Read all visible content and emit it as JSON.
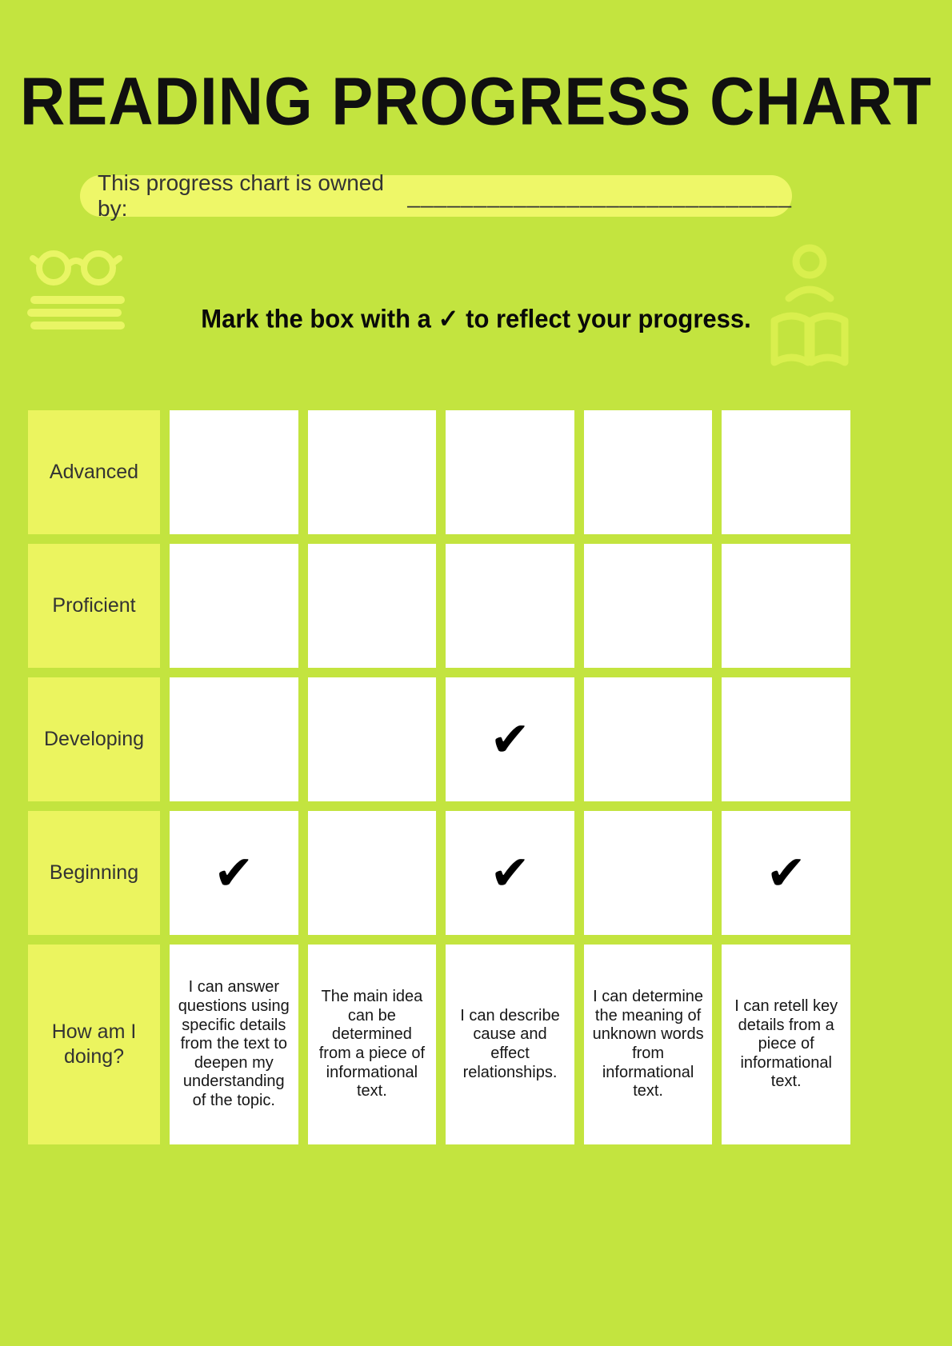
{
  "colors": {
    "bg": "#c3e43f",
    "pill": "#eef768",
    "label": "#ebf45f",
    "icon": "#e9f565",
    "icon2": "#d9ef4e",
    "ink": "#1c1c1c"
  },
  "header": {
    "title": "READING PROGRESS CHART",
    "owner_label": "This progress chart is owned by:",
    "owner_line": "_____________________________",
    "instruction": "Mark the box with a ✓ to reflect your progress."
  },
  "icons": {
    "left": "glasses-over-books-icon",
    "right": "person-reading-book-icon"
  },
  "table": {
    "row_labels": [
      "Advanced",
      "Proficient",
      "Developing",
      "Beginning",
      "How am I doing?"
    ],
    "check_glyph": "✔",
    "checks": [
      [
        false,
        false,
        false,
        false,
        false
      ],
      [
        false,
        false,
        false,
        false,
        false
      ],
      [
        false,
        false,
        true,
        false,
        false
      ],
      [
        true,
        false,
        true,
        false,
        true
      ]
    ],
    "marks": {
      "r2c2": "✔",
      "r3c0": "✔",
      "r3c2": "✔",
      "r3c4": "✔"
    },
    "descriptions": [
      "I can answer questions using specific details from the text to deepen my understanding of the topic.",
      "The main idea can be determined from a piece of informational text.",
      "I can describe cause and effect relationships.",
      "I can determine the meaning of unknown words from informational text.",
      "I can retell key details from a piece of informational text."
    ]
  }
}
